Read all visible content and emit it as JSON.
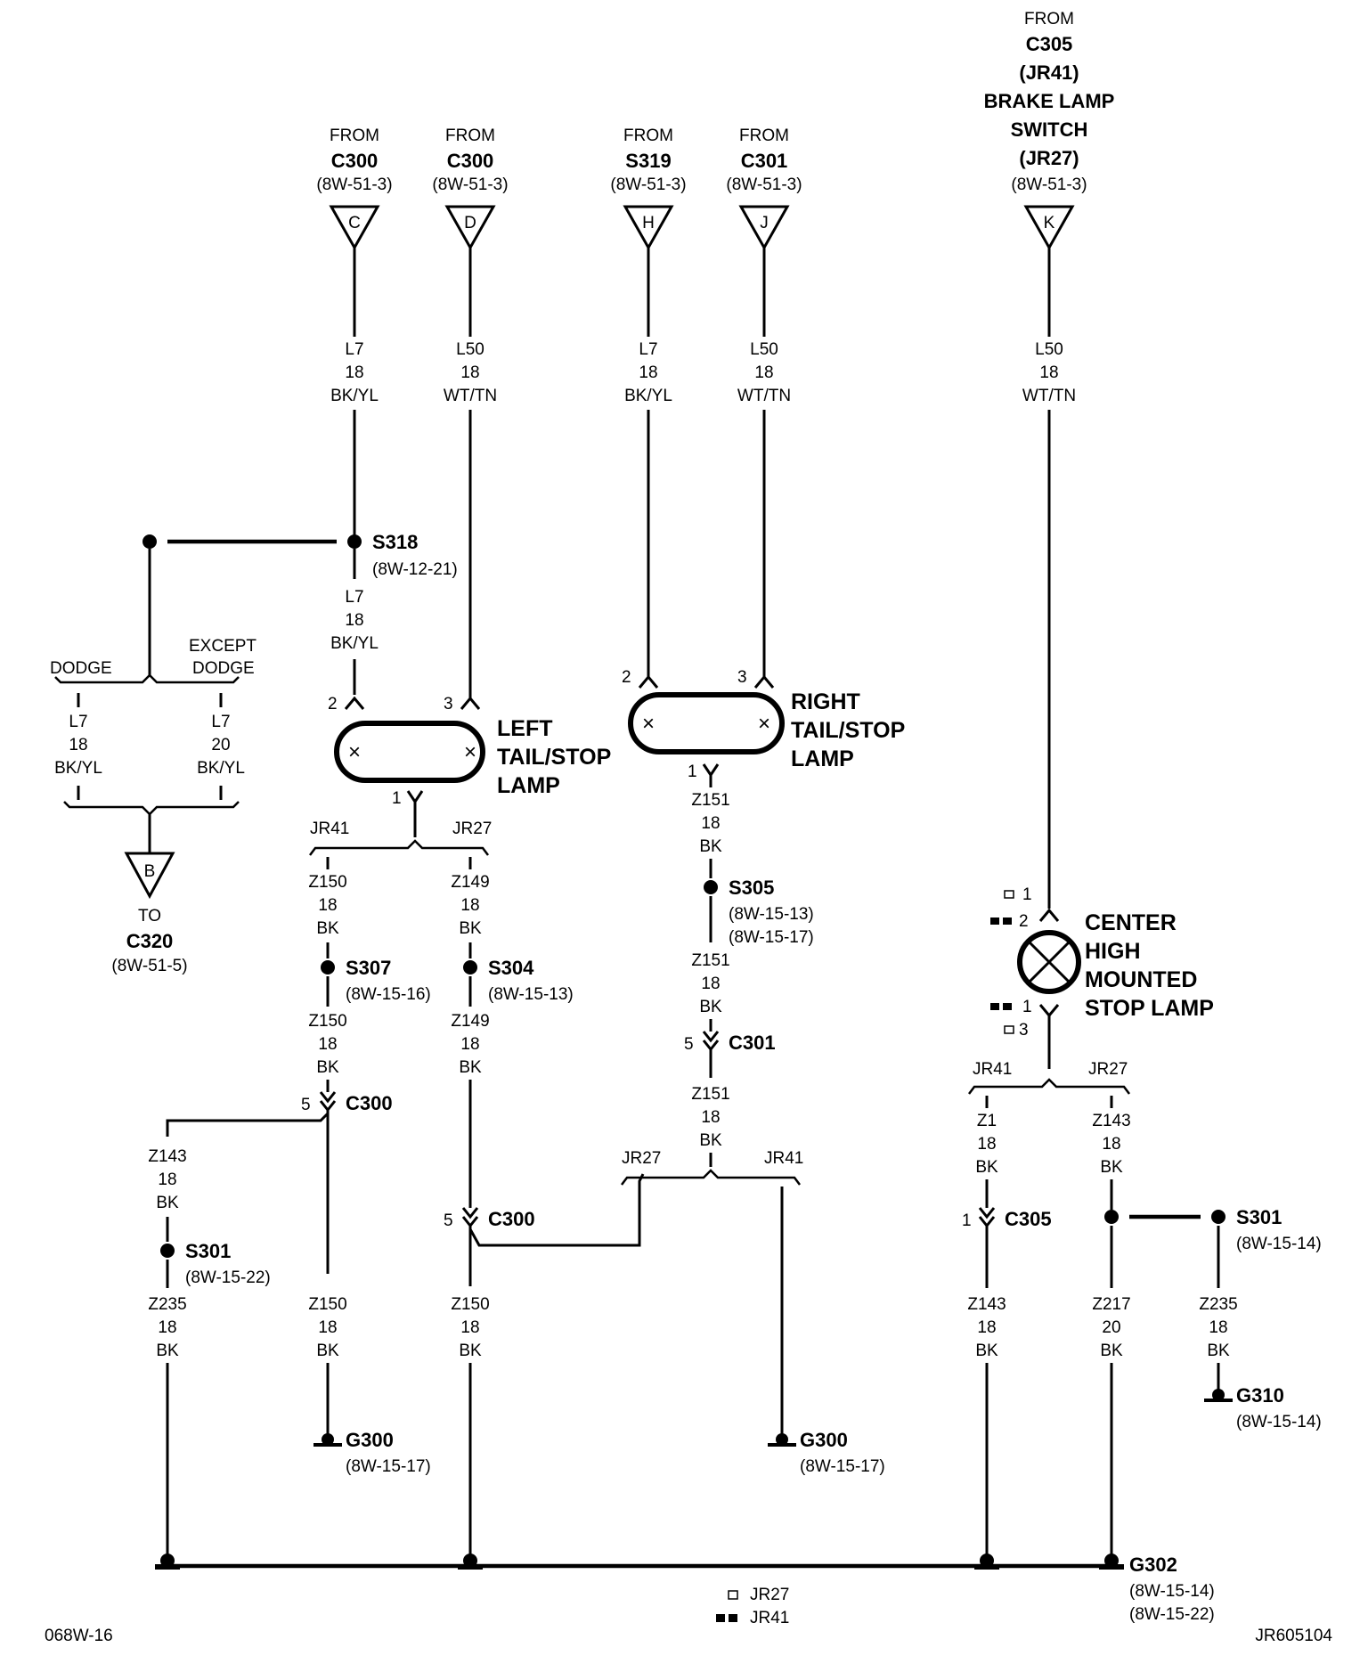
{
  "top_sources": {
    "c300_c": {
      "from": "FROM",
      "name": "C300",
      "ref": "(8W-51-3)",
      "letter": "C",
      "wire": "L7",
      "gauge": "18",
      "color": "BK/YL"
    },
    "c300_d": {
      "from": "FROM",
      "name": "C300",
      "ref": "(8W-51-3)",
      "letter": "D",
      "wire": "L50",
      "gauge": "18",
      "color": "WT/TN"
    },
    "s319_h": {
      "from": "FROM",
      "name": "S319",
      "ref": "(8W-51-3)",
      "letter": "H",
      "wire": "L7",
      "gauge": "18",
      "color": "BK/YL"
    },
    "c301_j": {
      "from": "FROM",
      "name": "C301",
      "ref": "(8W-51-3)",
      "letter": "J",
      "wire": "L50",
      "gauge": "18",
      "color": "WT/TN"
    },
    "c305_k": {
      "from": "FROM",
      "lines": [
        "C305",
        "(JR41)",
        "BRAKE LAMP",
        "SWITCH",
        "(JR27)"
      ],
      "ref": "(8W-51-3)",
      "letter": "K",
      "wire": "L50",
      "gauge": "18",
      "color": "WT/TN"
    }
  },
  "s318": {
    "name": "S318",
    "ref": "(8W-12-21)",
    "wire": "L7",
    "gauge": "18",
    "color": "BK/YL"
  },
  "dodge_branch": {
    "left_label": "DODGE",
    "right_label": [
      "EXCEPT",
      "DODGE"
    ],
    "left_wire": {
      "wire": "L7",
      "gauge": "18",
      "color": "BK/YL"
    },
    "right_wire": {
      "wire": "L7",
      "gauge": "20",
      "color": "BK/YL"
    },
    "connector_letter": "B",
    "to": "TO",
    "to_name": "C320",
    "to_ref": "(8W-51-5)"
  },
  "left_lamp": {
    "label": [
      "LEFT",
      "TAIL/STOP",
      "LAMP"
    ],
    "pin_in_left": "2",
    "pin_in_right": "3",
    "pin_out": "1",
    "branch_left": "JR41",
    "branch_right": "JR27"
  },
  "right_lamp": {
    "label": [
      "RIGHT",
      "TAIL/STOP",
      "LAMP"
    ],
    "pin_in_left": "2",
    "pin_in_right": "3",
    "pin_out": "1"
  },
  "left_jr41": {
    "w1": {
      "wire": "Z150",
      "gauge": "18",
      "color": "BK"
    },
    "splice": {
      "name": "S307",
      "ref": "(8W-15-16)"
    },
    "w2": {
      "wire": "Z150",
      "gauge": "18",
      "color": "BK"
    },
    "conn": {
      "pin": "5",
      "name": "C300"
    },
    "z143": {
      "wire": "Z143",
      "gauge": "18",
      "color": "BK"
    },
    "s301": {
      "name": "S301",
      "ref": "(8W-15-22)"
    },
    "z235": {
      "wire": "Z235",
      "gauge": "18",
      "color": "BK"
    },
    "w3": {
      "wire": "Z150",
      "gauge": "18",
      "color": "BK"
    },
    "ground": {
      "name": "G300",
      "ref": "(8W-15-17)"
    }
  },
  "left_jr27": {
    "w1": {
      "wire": "Z149",
      "gauge": "18",
      "color": "BK"
    },
    "splice": {
      "name": "S304",
      "ref": "(8W-15-13)"
    },
    "w2": {
      "wire": "Z149",
      "gauge": "18",
      "color": "BK"
    },
    "conn": {
      "pin": "5",
      "name": "C300"
    },
    "w3": {
      "wire": "Z150",
      "gauge": "18",
      "color": "BK"
    }
  },
  "right_path": {
    "w1": {
      "wire": "Z151",
      "gauge": "18",
      "color": "BK"
    },
    "splice": {
      "name": "S305",
      "ref1": "(8W-15-13)",
      "ref2": "(8W-15-17)"
    },
    "w2": {
      "wire": "Z151",
      "gauge": "18",
      "color": "BK"
    },
    "conn": {
      "pin": "5",
      "name": "C301"
    },
    "w3": {
      "wire": "Z151",
      "gauge": "18",
      "color": "BK"
    },
    "branch_left": "JR27",
    "branch_right": "JR41",
    "ground": {
      "name": "G300",
      "ref": "(8W-15-17)"
    }
  },
  "chmsl": {
    "label": [
      "CENTER",
      "HIGH",
      "MOUNTED",
      "STOP LAMP"
    ],
    "pin_top_a": "1",
    "pin_top_b": "2",
    "pin_bot_a": "1",
    "pin_bot_b": "3",
    "branch_left": "JR41",
    "branch_right": "JR27",
    "z1": {
      "wire": "Z1",
      "gauge": "18",
      "color": "BK"
    },
    "c305": {
      "pin": "1",
      "name": "C305"
    },
    "z143_top": {
      "wire": "Z143",
      "gauge": "18",
      "color": "BK"
    },
    "z143_bot": {
      "wire": "Z143",
      "gauge": "18",
      "color": "BK"
    },
    "z217": {
      "wire": "Z217",
      "gauge": "20",
      "color": "BK"
    },
    "s301": {
      "name": "S301",
      "ref": "(8W-15-14)"
    },
    "z235": {
      "wire": "Z235",
      "gauge": "18",
      "color": "BK"
    },
    "g310": {
      "name": "G310",
      "ref": "(8W-15-14)"
    }
  },
  "g302": {
    "name": "G302",
    "ref1": "(8W-15-14)",
    "ref2": "(8W-15-22)"
  },
  "legend": {
    "a": "JR27",
    "b": "JR41"
  },
  "footer": {
    "left": "068W-16",
    "right": "JR605104"
  }
}
